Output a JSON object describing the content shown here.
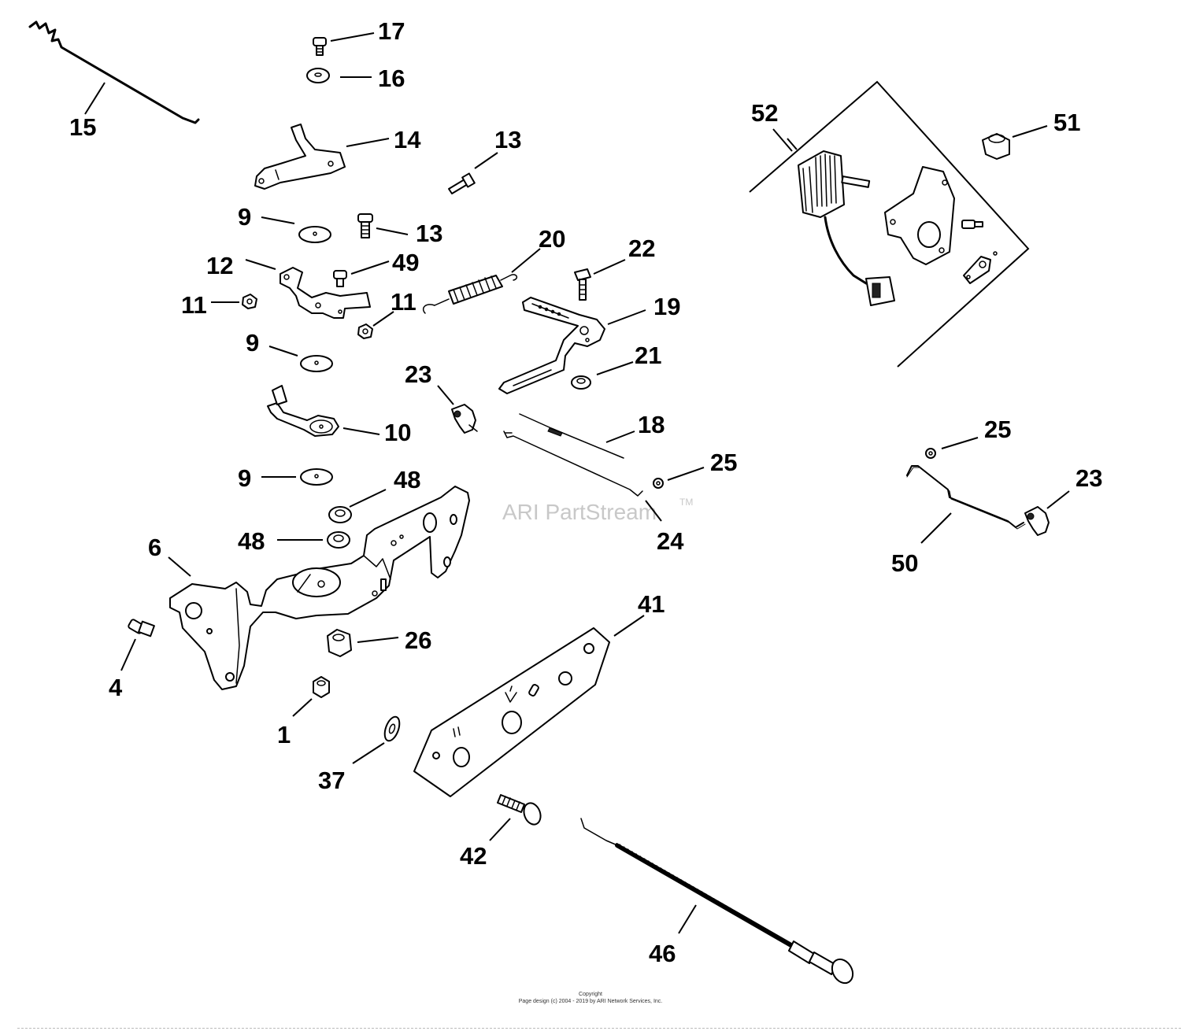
{
  "watermark": {
    "text": "ARI PartStream",
    "trademark": "TM"
  },
  "footer": {
    "line1": "Copyright",
    "line2": "Page design (c) 2004 - 2019 by ARI Network Services, Inc."
  },
  "callouts": {
    "c17": "17",
    "c16": "16",
    "c15": "15",
    "c14": "14",
    "c13a": "13",
    "c13b": "13",
    "c9a": "9",
    "c9b": "9",
    "c9c": "9",
    "c12": "12",
    "c49": "49",
    "c11a": "11",
    "c11b": "11",
    "c20": "20",
    "c22": "22",
    "c19": "19",
    "c21": "21",
    "c23a": "23",
    "c10": "10",
    "c18": "18",
    "c25a": "25",
    "c48a": "48",
    "c48b": "48",
    "c24": "24",
    "c6": "6",
    "c26": "26",
    "c4": "4",
    "c1": "1",
    "c37": "37",
    "c41": "41",
    "c42": "42",
    "c46": "46",
    "c52": "52",
    "c51": "51",
    "c25b": "25",
    "c23b": "23",
    "c50": "50"
  }
}
